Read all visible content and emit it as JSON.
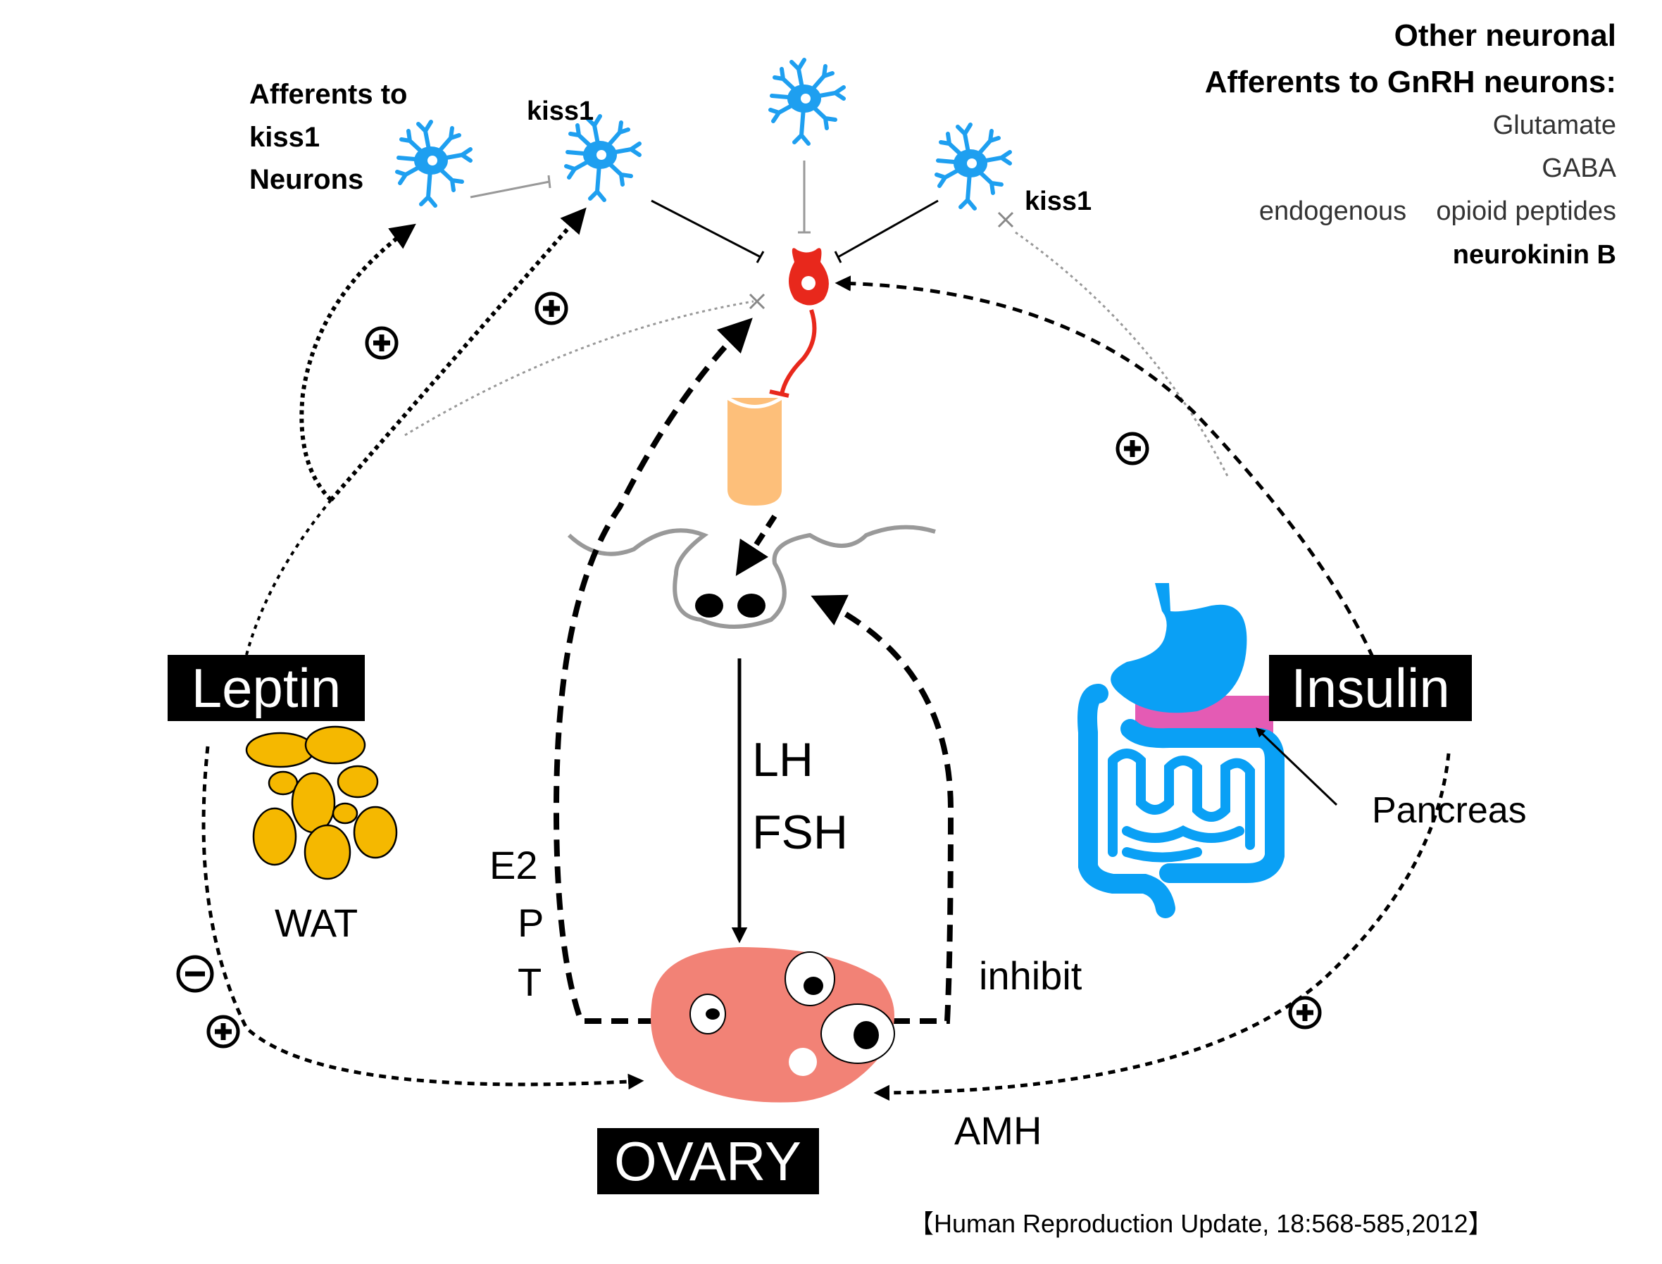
{
  "labels": {
    "afferents_kiss1": [
      "Afferents  to",
      "kiss1",
      "Neurons"
    ],
    "kiss1_left": "kiss1",
    "kiss1_right": "kiss1",
    "other_title_1": "Other neuronal",
    "other_title_2": "Afferents to GnRH neurons:",
    "other_items": [
      "Glutamate",
      "GABA",
      "endogenous    opioid peptides",
      "neurokinin B"
    ],
    "leptin": "Leptin",
    "insulin": "Insulin",
    "ovary": "OVARY",
    "wat": "WAT",
    "pancreas": "Pancreas",
    "lh": "LH",
    "fsh": "FSH",
    "e2": "E2",
    "p": "P",
    "t": "T",
    "inhibit": "inhibit",
    "amh": "AMH",
    "citation": "【Human Reproduction Update, 18:568-585,2012】"
  },
  "colors": {
    "neuron": "#1e9ff0",
    "gnrh_neuron": "#e8281c",
    "pituitary_stalk": "#fdbf7a",
    "fat": "#f5b800",
    "ovary": "#f28276",
    "stomach_intestine": "#0aa0f5",
    "pancreas": "#e45bb4",
    "label_box": "#000000"
  },
  "icons": {
    "plus": "plus-circle-icon",
    "minus": "minus-circle-icon",
    "neuron": "neuron-icon"
  }
}
